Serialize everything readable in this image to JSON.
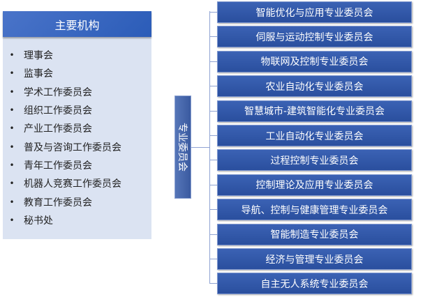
{
  "main_orgs": {
    "title": "主要机构",
    "items": [
      "理事会",
      "监事会",
      "学术工作委员会",
      "组织工作委员会",
      "产业工作委员会",
      "普及与咨询工作委员会",
      "青年工作委员会",
      "机器人竞赛工作委员会",
      "教育工作委员会",
      "秘书处"
    ]
  },
  "committees": {
    "title": "专业委员会",
    "items": [
      "智能优化与应用专业委员会",
      "伺服与运动控制专业委员会",
      "物联网及控制专业委员会",
      "农业自动化专业委员会",
      "智慧城市-建筑智能化专业委员会",
      "工业自动化专业委员会",
      "过程控制专业委员会",
      "控制理论及应用专业委员会",
      "导航、控制与健康管理专业委员会",
      "智能制造专业委员会",
      "经济与管理专业委员会",
      "自主无人系统专业委员会"
    ]
  }
}
